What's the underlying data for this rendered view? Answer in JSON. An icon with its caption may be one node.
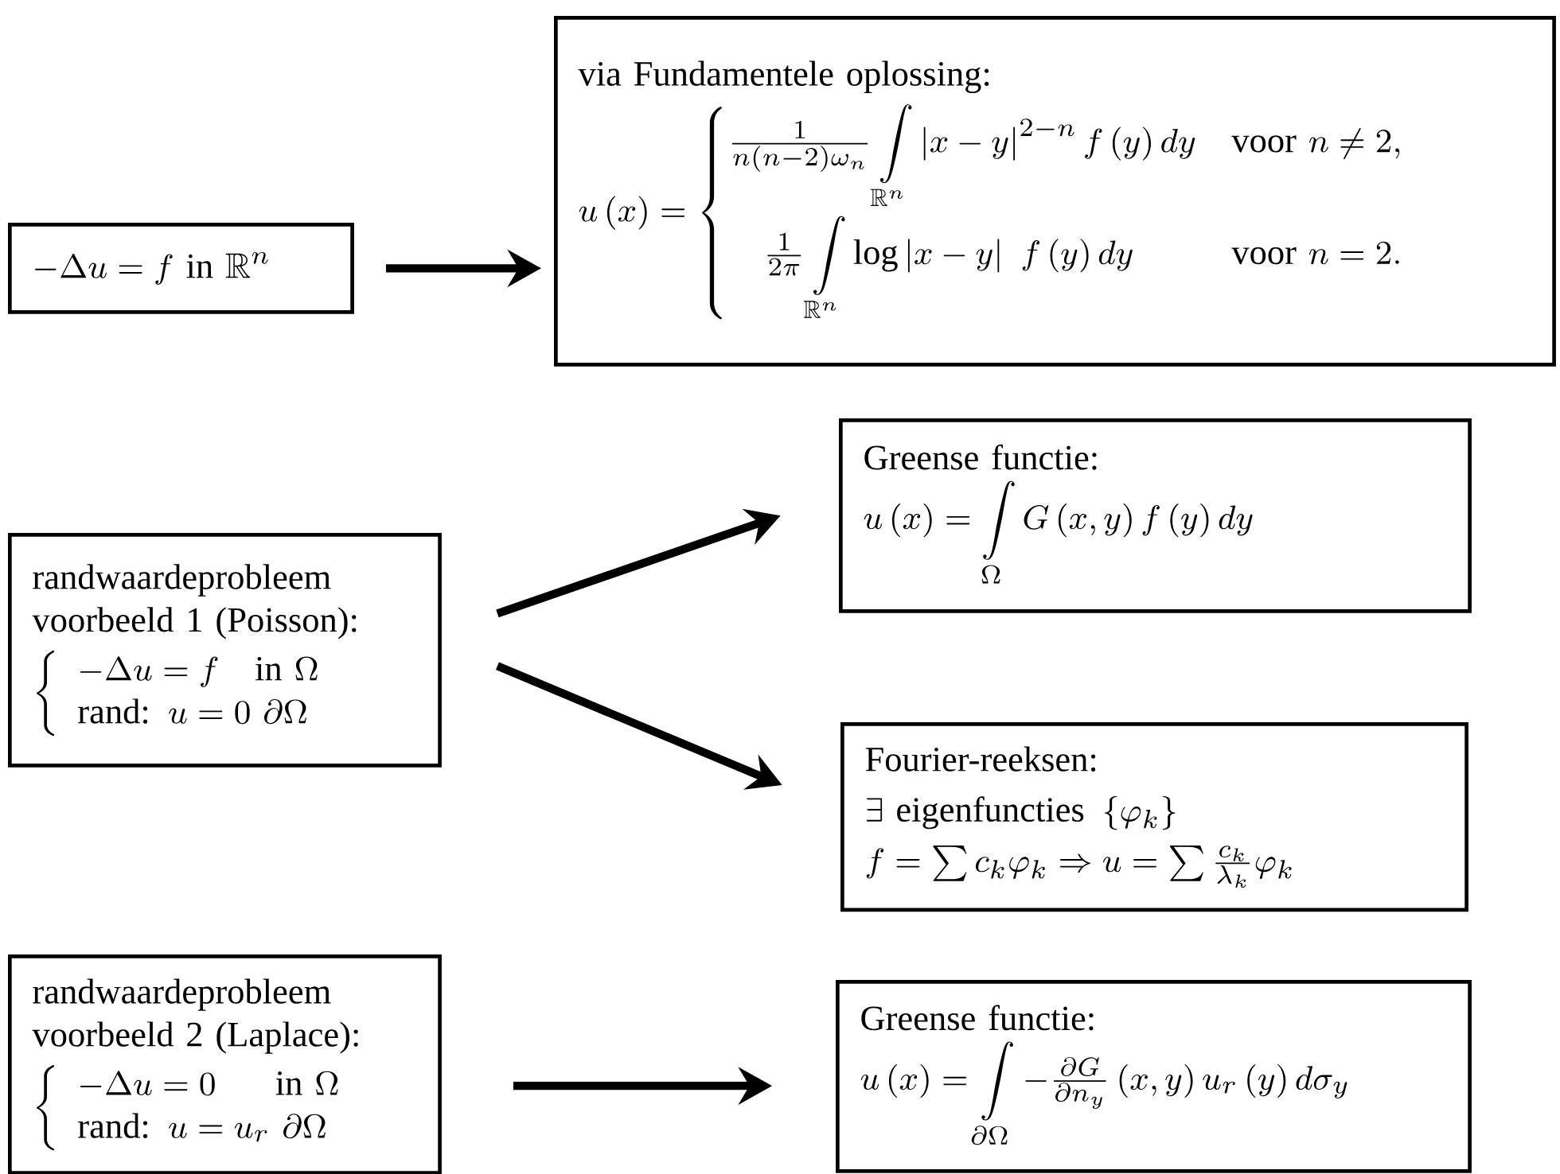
{
  "diagram": {
    "nodes": [
      {
        "text": [
          "-\\Delta u = f \\text{ in } \\mathbb{R}^n"
        ]
      },
      {
        "text": [
          "via Fundamentele oplossing:",
          "u\\left(x\\right) = \\begin{cases} \\tfrac{1}{n(n-2)\\omega_n}\\displaystyle\\int\\limits_{\\mathbb{R}^n} \\left|x-y\\right|^{2-n} f\\left(y\\right) dy & \\text{voor } n\\neq 2,\\\\[3ex] \\quad\\tfrac{1}{2\\pi}\\displaystyle\\int\\limits_{\\mathbb{R}^n} \\log\\left|x-y\\right|\\ f\\left(y\\right) dy & \\text{voor } n=2. \\end{cases}"
        ]
      },
      {
        "text": [
          "randwaardeprobleem voorbeeld 1 (Poisson):",
          "\\left\\{\\begin{array}{l} -\\Delta u = f \\quad \\text{in } \\Omega \\\\ \\text{rand: } u = 0\\ \\partial\\Omega \\end{array}\\right."
        ]
      },
      {
        "text": [
          "Greense functie:",
          "u\\left(x\\right) = \\displaystyle\\int\\limits_{\\Omega} G\\left(x,y\\right) f\\left(y\\right) dy"
        ]
      },
      {
        "text": [
          "Fourier-reeksen:",
          "\\exists \\text{ eigenfuncties } \\left\\{\\varphi_k\\right\\}",
          "f = \\sum c_k\\varphi_k \\Rightarrow u = \\sum \\tfrac{c_k}{\\lambda_k}\\varphi_k"
        ]
      },
      {
        "text": [
          "randwaardeprobleem voorbeeld 2 (Laplace):",
          "\\left\\{\\begin{array}{l} -\\Delta u = 0 \\quad\\ \\ \\text{in } \\Omega \\\\ \\text{rand: } u = u_r\\ \\partial\\Omega \\end{array}\\right."
        ]
      },
      {
        "text": [
          "Greense functie:",
          "u\\left(x\\right) = \\displaystyle\\int\\limits_{\\partial\\Omega} -\\tfrac{\\partial G}{\\partial n_y}\\left(x,y\\right) u_r\\left(y\\right) d\\sigma_y"
        ]
      }
    ],
    "edges": [
      {
        "from": 0,
        "to": 1,
        "arrow": "to"
      },
      {
        "from": 2,
        "to": 3,
        "arrow": "to"
      },
      {
        "from": 2,
        "to": 4,
        "arrow": "to"
      },
      {
        "from": 5,
        "to": 6,
        "arrow": "to"
      }
    ]
  }
}
